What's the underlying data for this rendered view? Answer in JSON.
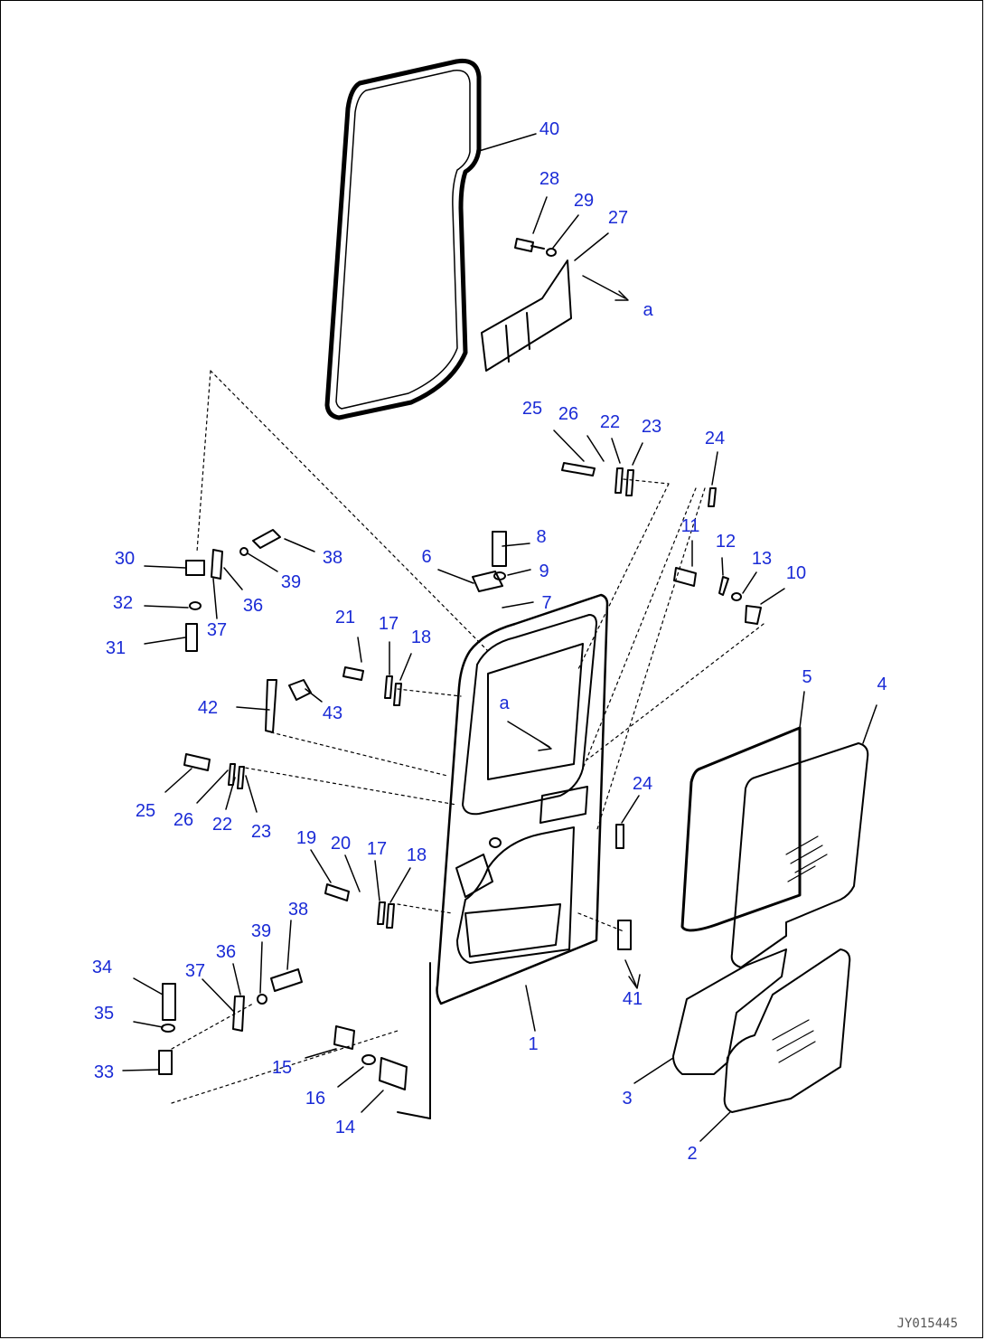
{
  "diagram": {
    "drawing_id": "JY015445",
    "colors": {
      "callout": "#1a2bd6",
      "line": "#000000"
    },
    "callouts": [
      "40",
      "28",
      "29",
      "27",
      "a",
      "25",
      "26",
      "22",
      "23",
      "24",
      "8",
      "9",
      "6",
      "7",
      "11",
      "12",
      "13",
      "10",
      "30",
      "38",
      "39",
      "36",
      "32",
      "37",
      "31",
      "21",
      "17",
      "18",
      "42",
      "43",
      "a",
      "5",
      "4",
      "25",
      "26",
      "22",
      "23",
      "24",
      "19",
      "20",
      "17",
      "18",
      "38",
      "39",
      "36",
      "37",
      "34",
      "35",
      "33",
      "15",
      "16",
      "14",
      "41",
      "1",
      "3",
      "2"
    ]
  }
}
